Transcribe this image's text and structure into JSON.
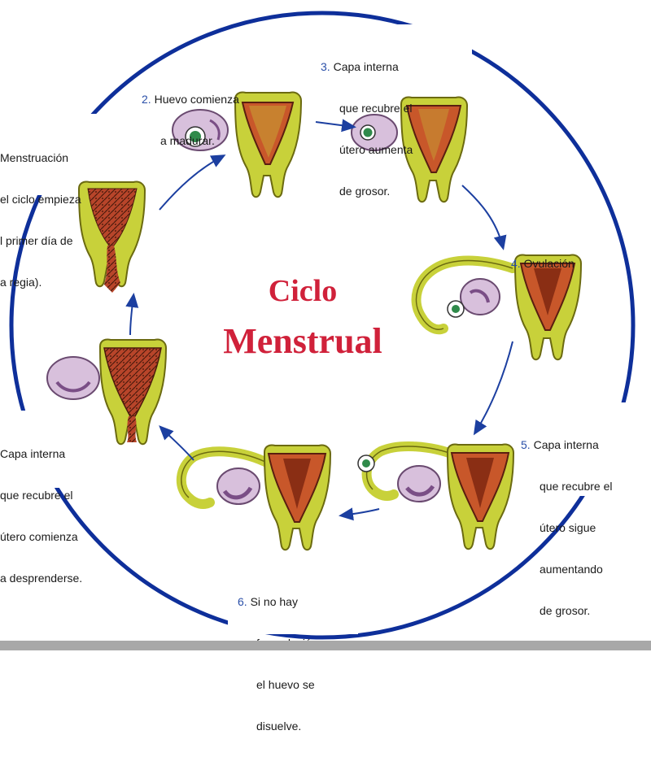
{
  "title": {
    "line1": "Ciclo",
    "line2": "Menstrual"
  },
  "colors": {
    "circle": "#0e2f9a",
    "arrow": "#1c3fa0",
    "title": "#d0213a",
    "number": "#2a4fa8",
    "uterus_outer": "#c8d13a",
    "uterus_outline": "#6b6a10",
    "lining": "#c8572a",
    "lining_dark": "#5a1f10",
    "ovary": "#d8c0dc",
    "ovary_dark": "#7a4e86",
    "egg": "#2f8a4a"
  },
  "steps": [
    {
      "number": "",
      "lines": [
        "Menstruación",
        "el ciclo empieza",
        "l primer día de",
        "a regia)."
      ]
    },
    {
      "number": "2.",
      "lines": [
        "Huevo comienza",
        "a madurar."
      ]
    },
    {
      "number": "3.",
      "lines": [
        "Capa interna",
        "que recubre el",
        "útero aumenta",
        "de grosor."
      ]
    },
    {
      "number": "4.",
      "lines": [
        "Ovulación"
      ]
    },
    {
      "number": "5.",
      "lines": [
        "Capa interna",
        "que recubre el",
        "útero sigue",
        "aumentando",
        "de grosor."
      ]
    },
    {
      "number": "6.",
      "lines": [
        "Si no hay",
        "fecundación",
        "el huevo se",
        "disuelve."
      ]
    },
    {
      "number": "",
      "lines": [
        "Capa interna",
        "que recubre el",
        "útero comienza",
        "a desprenderse."
      ]
    }
  ]
}
